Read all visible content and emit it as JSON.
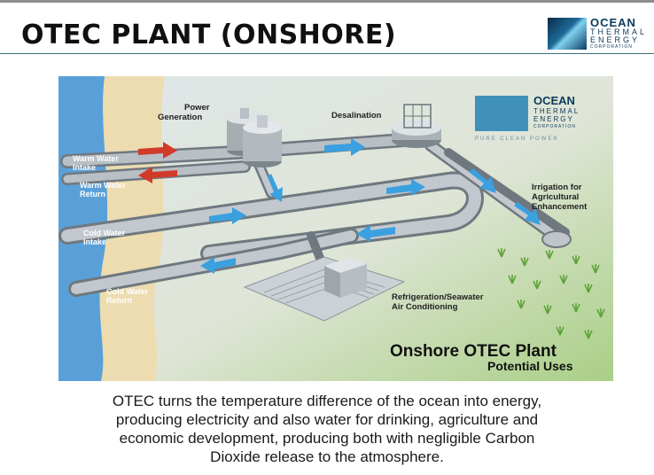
{
  "slide": {
    "title": "OTEC PLANT (ONSHORE)"
  },
  "logo": {
    "line1": "OCEAN",
    "line2": "THERMAL",
    "line3": "ENERGY",
    "line4": "CORPORATION",
    "tagline": "PURE  CLEAN  POWER"
  },
  "diagram": {
    "labels": {
      "power_generation_1": "Power",
      "power_generation_2": "Generation",
      "desalination": "Desalination",
      "irrigation_1": "Irrigation for",
      "irrigation_2": "Agricultural",
      "irrigation_3": "Enhancement",
      "warm_intake_1": "Warm Water",
      "warm_intake_2": "Intake",
      "warm_return_1": "Warm Water",
      "warm_return_2": "Return",
      "cold_intake_1": "Cold Water",
      "cold_intake_2": "Intake",
      "cold_return_1": "Cold Water",
      "cold_return_2": "Return",
      "refrigeration_1": "Refrigeration/Seawater",
      "refrigeration_2": "Air Conditioning"
    },
    "heading": "Onshore OTEC Plant",
    "subheading": "Potential Uses",
    "colors": {
      "ocean": "#5aa0d8",
      "sand": "#ecdcb0",
      "ground": "#d8e2d0",
      "grass": "#5fa33a",
      "pipe": "#9ea6ad",
      "warm_arrow": "#d23a2a",
      "cold_arrow": "#3aa0e0"
    }
  },
  "caption": {
    "line1": "OTEC turns the temperature difference of the ocean into energy,",
    "line2": "producing electricity and also water for drinking, agriculture and",
    "line3": "economic development, producing both with negligible Carbon",
    "line4": "Dioxide release to the atmosphere."
  }
}
